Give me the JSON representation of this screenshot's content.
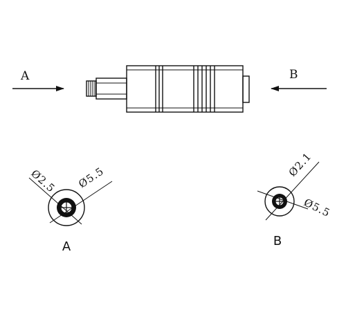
{
  "views": {
    "left_arrow_label": "A",
    "right_arrow_label": "B"
  },
  "end_view_a": {
    "label": "A",
    "inner_diameter": "Ø2.5",
    "outer_diameter": "Ø5.5"
  },
  "end_view_b": {
    "label": "B",
    "inner_diameter": "Ø2.1",
    "outer_diameter": "Ø5.5"
  }
}
